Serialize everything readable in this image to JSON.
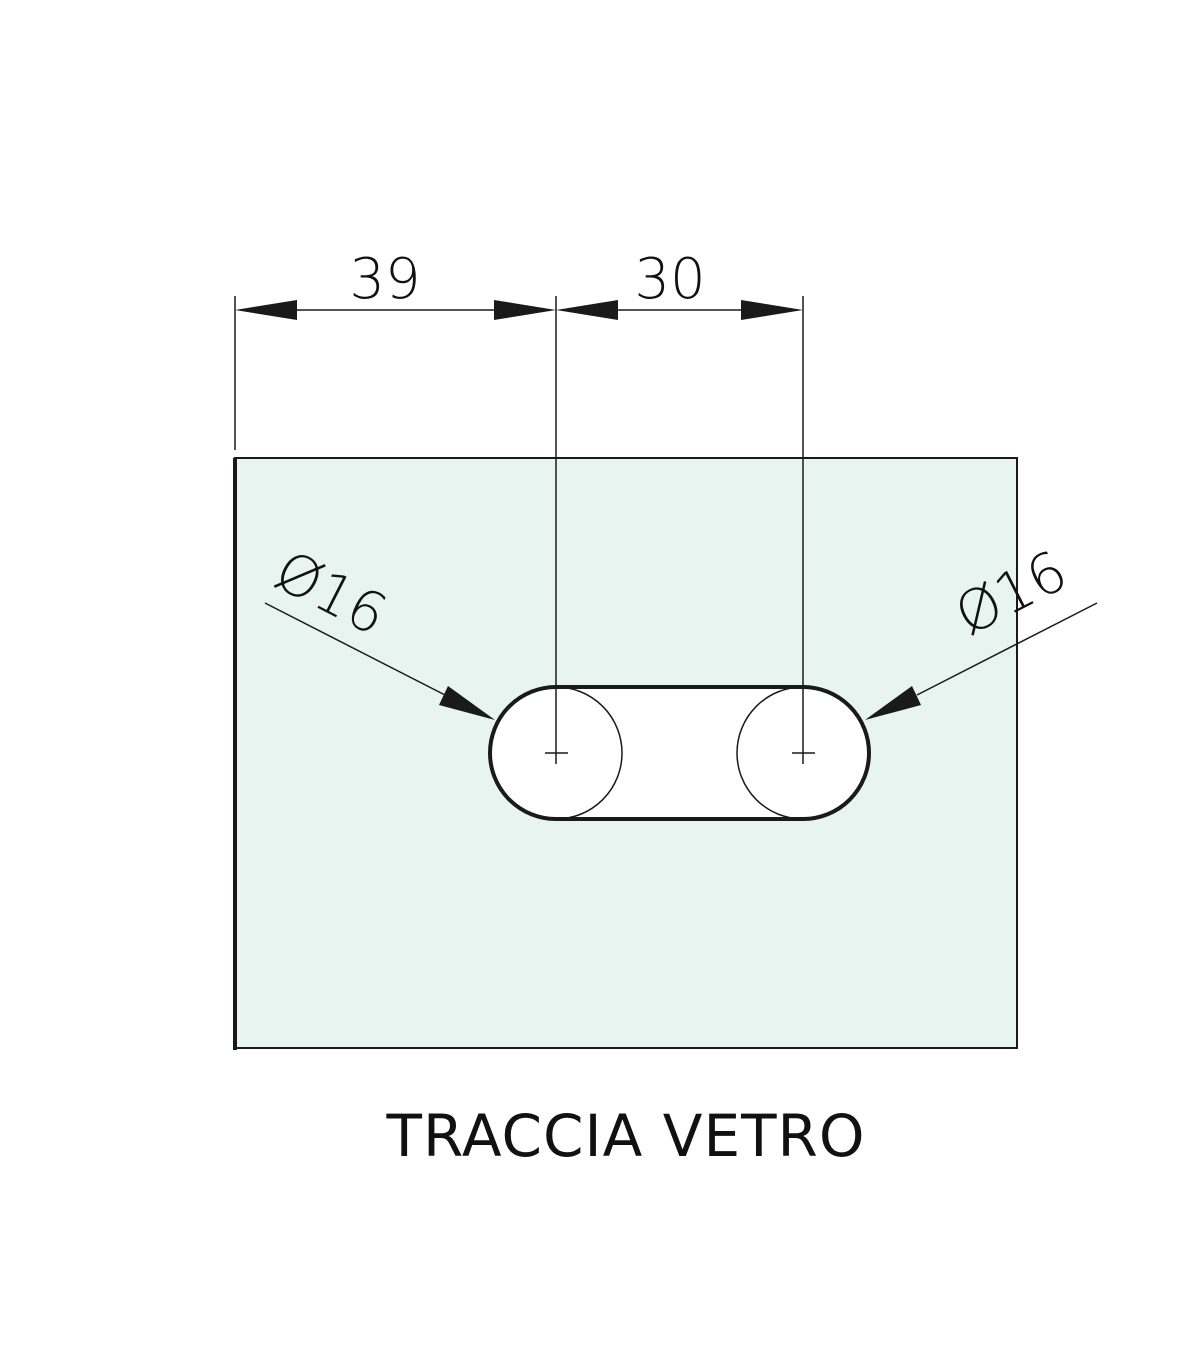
{
  "colors": {
    "glass_fill": "#e8f4ef",
    "line": "#1a1a1a",
    "background": "#ffffff"
  },
  "dimensions": {
    "left_offset": "39",
    "hole_spacing": "30",
    "left_hole_diameter": "Ø16",
    "right_hole_diameter": "Ø16"
  },
  "caption": "TRACCIA VETRO"
}
